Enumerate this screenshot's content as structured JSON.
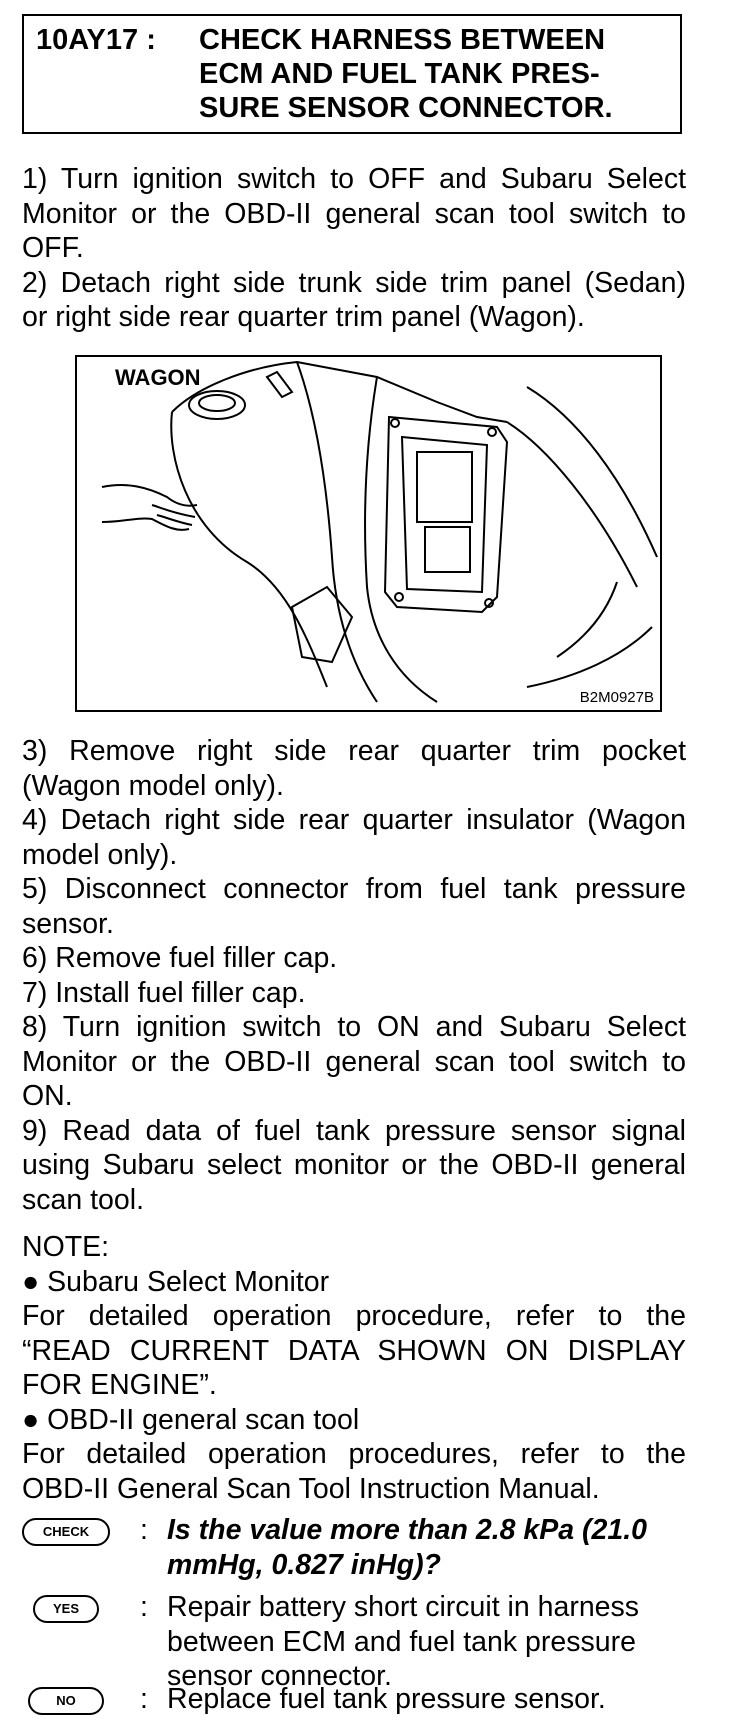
{
  "header": {
    "code": "10AY17 :",
    "title_lines": [
      "CHECK HARNESS BETWEEN",
      "ECM AND FUEL TANK PRES-",
      "SURE SENSOR CONNECTOR."
    ]
  },
  "steps_part1": [
    "1) Turn ignition switch to OFF and Subaru Select",
    "Monitor or the OBD-II general scan tool switch to",
    "OFF.",
    "2) Detach right side trunk side trim panel (Sedan)",
    "or right side rear quarter trim panel (Wagon)."
  ],
  "figure": {
    "label": "WAGON",
    "code": "B2M0927B"
  },
  "steps_part2": [
    "3) Remove right side rear quarter trim pocket",
    "(Wagon model only).",
    "4) Detach right side rear quarter insulator (Wagon",
    "model only).",
    "5) Disconnect connector from fuel tank pressure",
    "sensor.",
    "6) Remove fuel filler cap.",
    "7) Install fuel filler cap.",
    "8) Turn ignition switch to ON and Subaru Select",
    "Monitor or the OBD-II general scan tool switch to",
    "ON.",
    "9) Read data of fuel tank pressure sensor signal",
    "using Subaru select monitor or the OBD-II general",
    "scan tool."
  ],
  "note": {
    "heading": "NOTE:",
    "lines": [
      "●  Subaru Select Monitor",
      "For detailed operation procedure, refer to the",
      "“READ CURRENT DATA SHOWN ON DISPLAY",
      "FOR ENGINE”.",
      "●  OBD-II general scan tool",
      "For detailed operation procedures, refer to the",
      "OBD-II General Scan Tool Instruction Manual."
    ]
  },
  "check": {
    "badge": "CHECK",
    "colon": ":",
    "lines": [
      "Is the value more than 2.8 kPa (21.0",
      "mmHg, 0.827 inHg)?"
    ]
  },
  "yes": {
    "badge": "YES",
    "colon": ":",
    "lines": [
      "Repair battery short circuit in harness",
      "between ECM and fuel tank pressure",
      "sensor connector."
    ]
  },
  "no": {
    "badge": "NO",
    "colon": ":",
    "lines": [
      "Replace fuel tank pressure sensor."
    ]
  }
}
